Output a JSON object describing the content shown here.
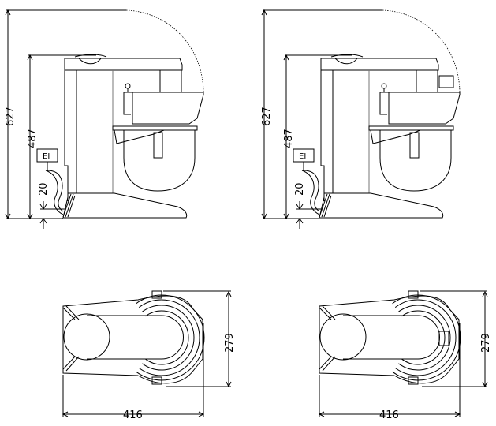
{
  "views": [
    {
      "side": {
        "height_total": "627",
        "height_body": "487",
        "base_clearance": "20",
        "cable_label": "EI"
      },
      "top": {
        "depth": "279",
        "width": "416"
      },
      "variant": "standard"
    },
    {
      "side": {
        "height_total": "627",
        "height_body": "487",
        "base_clearance": "20",
        "cable_label": "EI"
      },
      "top": {
        "depth": "279",
        "width": "416"
      },
      "variant": "with-side-box"
    }
  ]
}
